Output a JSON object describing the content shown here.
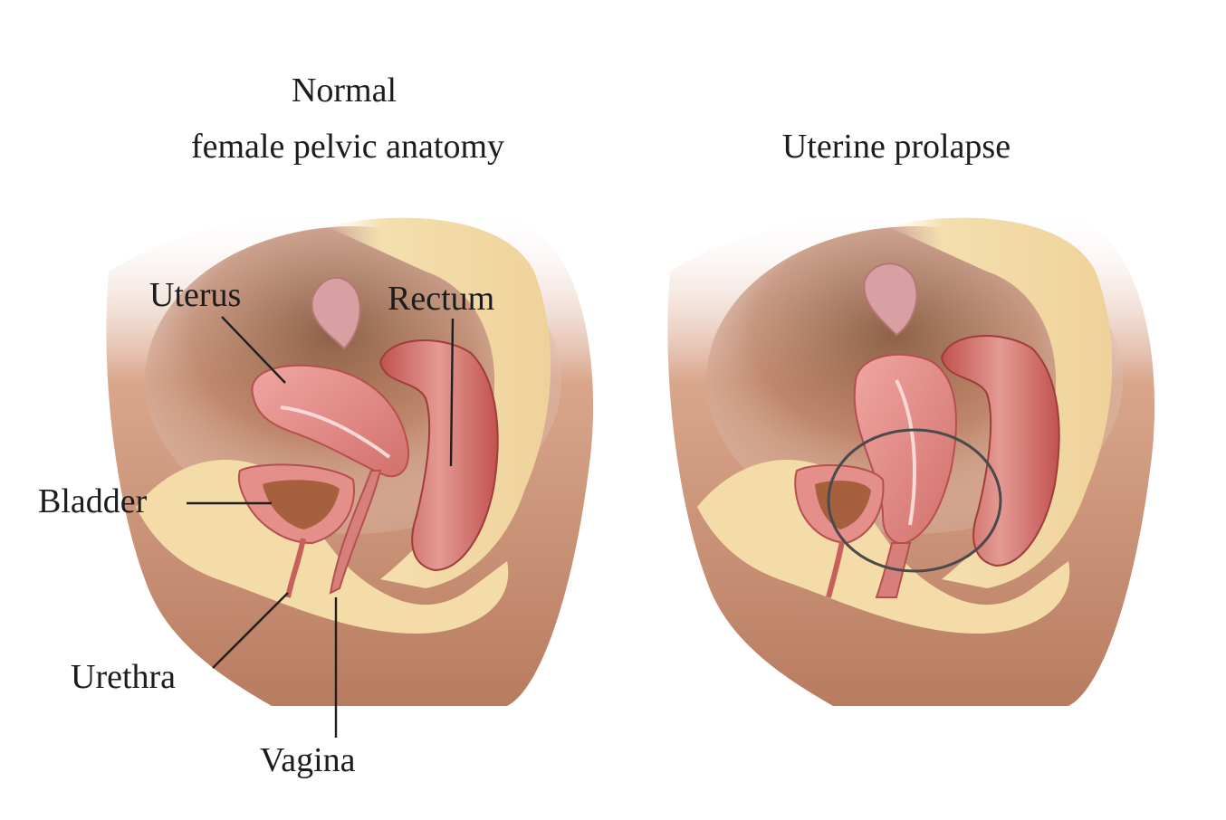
{
  "panels": {
    "normal": {
      "title_line1": "Normal",
      "title_line2": "female pelvic anatomy",
      "labels": {
        "uterus": "Uterus",
        "rectum": "Rectum",
        "bladder": "Bladder",
        "urethra": "Urethra",
        "vagina": "Vagina"
      }
    },
    "prolapse": {
      "title": "Uterine prolapse"
    }
  },
  "colors": {
    "skin": "#c98f74",
    "skin_dark": "#a8694f",
    "fat": "#f3dca8",
    "organ": "#e48f8a",
    "organ_dark": "#b5504e",
    "cavity": "#8a5a3a",
    "bowel": "#d9a0a3",
    "highlight_circle": "#4a4a4a"
  }
}
